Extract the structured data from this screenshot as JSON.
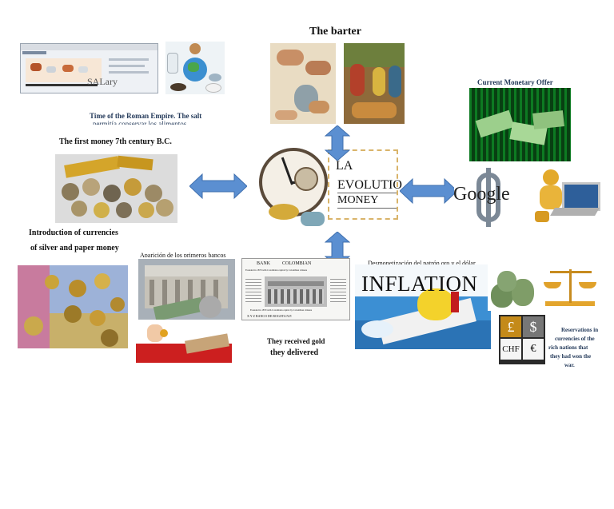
{
  "title": "The barter",
  "center": {
    "line1": "LA",
    "line2": "EVOLUTIO",
    "line3": "MONEY"
  },
  "labels": {
    "roman_salt": "Time of the Roman Empire. The salt",
    "roman_salt_2": "permitía conservar los alimentos",
    "salary": "SALary",
    "first_money": "The first money 7th century B.C.",
    "intro_currencies_1": "Introduction of currencies",
    "intro_currencies_2": "of silver and paper money",
    "banks": "Aparición de los primeros bancos",
    "gold_1": "They received gold",
    "gold_2": "they delivered",
    "current_offer": "Current Monetary Offer",
    "google": "Google",
    "inflation": "INFLATION",
    "inflation_top": "Desmonetización del patrón oro y el dólar",
    "reservations_1": "Reservations in",
    "reservations_2": "currencies of the",
    "reservations_3": "rich nations that",
    "reservations_4": "they had won the",
    "reservations_5": "war."
  },
  "bank_doc": {
    "heading_left": "BANK",
    "heading_right": "COLOMBIAN",
    "line_a": "Founded in 1870 with Colombian capital by Colombian citizens",
    "line_b": "Founded in 1870 with Colombian capital by Colombian citizens",
    "footer": "X  Y  Z    BANCO DE BOGOTA    N.P."
  },
  "currency_symbols": [
    "£",
    "$",
    "CHF",
    "€"
  ],
  "colors": {
    "arrow": "#5b8fd1",
    "arrow_dark": "#3f6fae",
    "label_blue": "#243a5a"
  }
}
